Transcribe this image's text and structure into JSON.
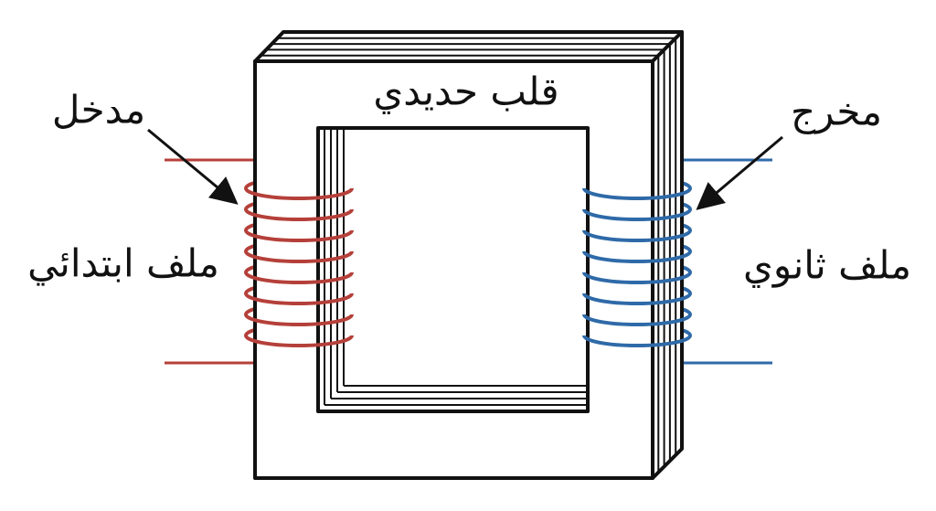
{
  "labels": {
    "input": "مدخل",
    "core": "قلب حديدي",
    "output": "مخرج",
    "primary_coil": "ملف ابتدائي",
    "secondary_coil": "ملف ثانوي"
  },
  "colors": {
    "primary": "#b5403a",
    "secondary": "#2f6aa8",
    "core_outline": "#111111"
  },
  "turns": 8
}
